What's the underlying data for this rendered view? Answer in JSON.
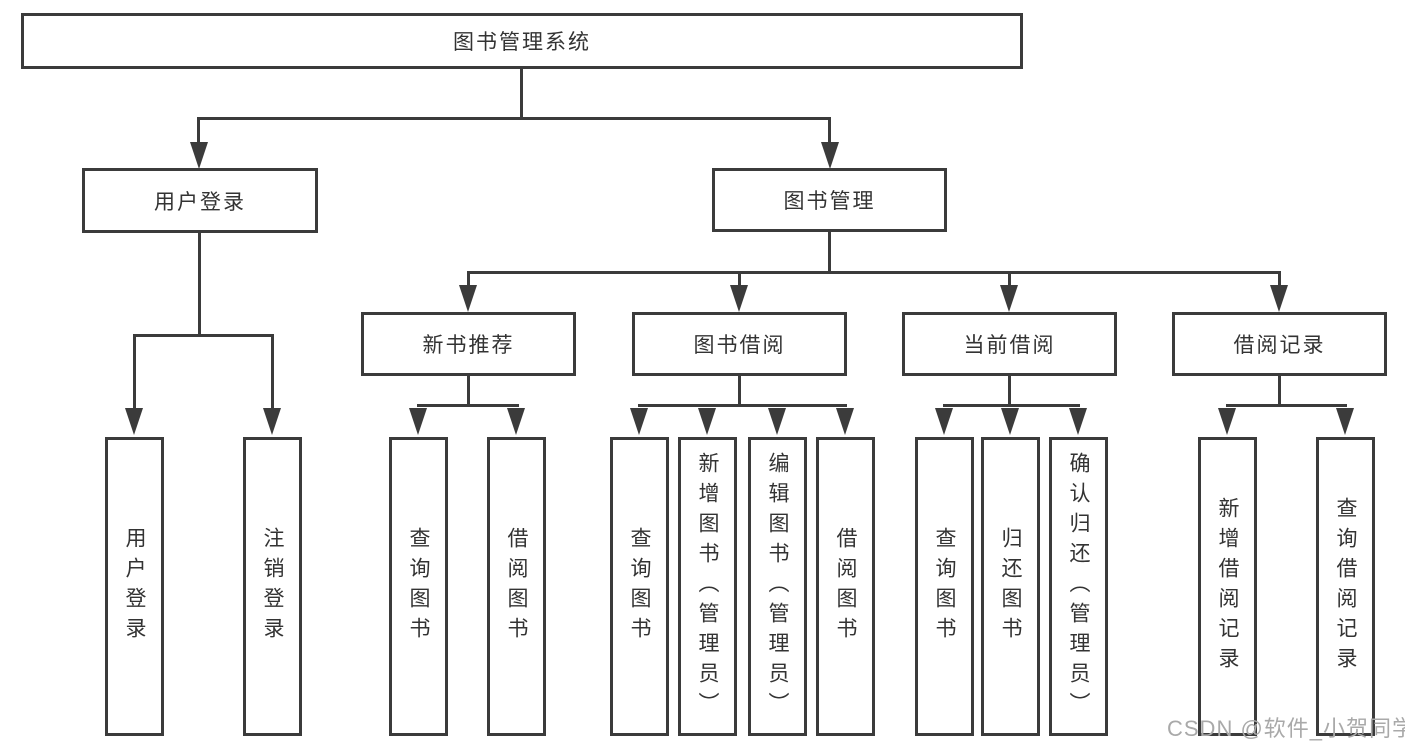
{
  "colors": {
    "line": "#3b3b3b",
    "node_border": "#3b3b3b",
    "text": "#333333",
    "watermark": "#a9a9a9",
    "background": "#ffffff"
  },
  "root": {
    "label": "图书管理系统"
  },
  "level2": [
    {
      "label": "用户登录"
    },
    {
      "label": "图书管理"
    }
  ],
  "level3": [
    {
      "label": "新书推荐"
    },
    {
      "label": "图书借阅"
    },
    {
      "label": "当前借阅"
    },
    {
      "label": "借阅记录"
    }
  ],
  "leaves": {
    "user_login_group": [
      {
        "label": "用户登录"
      },
      {
        "label": "注销登录"
      }
    ],
    "new_book_group": [
      {
        "label": "查询图书"
      },
      {
        "label": "借阅图书"
      }
    ],
    "book_borrow_group": [
      {
        "label": "查询图书"
      },
      {
        "label": "新增图书（管理员）"
      },
      {
        "label": "编辑图书（管理员）"
      },
      {
        "label": "借阅图书"
      }
    ],
    "current_borrow_group": [
      {
        "label": "查询图书"
      },
      {
        "label": "归还图书"
      },
      {
        "label": "确认归还（管理员）"
      }
    ],
    "borrow_record_group": [
      {
        "label": "新增借阅记录"
      },
      {
        "label": "查询借阅记录"
      }
    ]
  },
  "watermark": {
    "text": "CSDN @软件_小贺同学"
  }
}
